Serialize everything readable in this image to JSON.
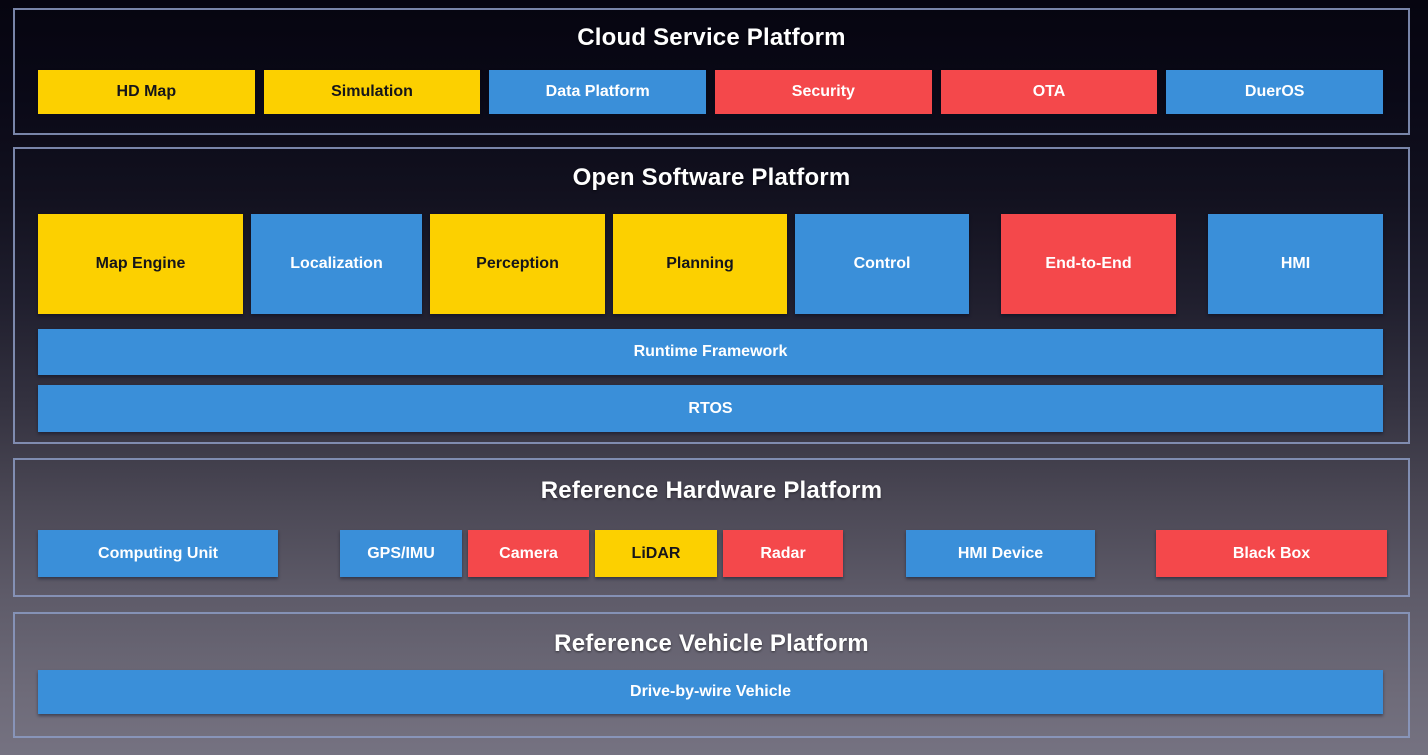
{
  "diagram": {
    "colors": {
      "yellow": "#FCD000",
      "blue": "#3A8FD9",
      "red": "#F4484B",
      "frame_border": "#8C9BC3",
      "yellow_text": "#15151a",
      "light_text": "#ffffff"
    },
    "sections": [
      {
        "title": "Cloud Service Platform",
        "boxes": [
          {
            "label": "HD Map",
            "color": "yellow"
          },
          {
            "label": "Simulation",
            "color": "yellow"
          },
          {
            "label": "Data Platform",
            "color": "blue"
          },
          {
            "label": "Security",
            "color": "red"
          },
          {
            "label": "OTA",
            "color": "red"
          },
          {
            "label": "DuerOS",
            "color": "blue"
          }
        ]
      },
      {
        "title": "Open Software Platform",
        "modules": [
          {
            "label": "Map Engine",
            "color": "yellow"
          },
          {
            "label": "Localization",
            "color": "blue"
          },
          {
            "label": "Perception",
            "color": "yellow"
          },
          {
            "label": "Planning",
            "color": "yellow"
          },
          {
            "label": "Control",
            "color": "blue"
          },
          {
            "label": "End-to-End",
            "color": "red"
          },
          {
            "label": "HMI",
            "color": "blue"
          }
        ],
        "runtime_layer": [
          {
            "label": "Runtime Framework",
            "color": "blue"
          }
        ],
        "os_layer": [
          {
            "label": "RTOS",
            "color": "blue"
          }
        ]
      },
      {
        "title": "Reference Hardware Platform",
        "boxes": [
          {
            "label": "Computing Unit",
            "color": "blue"
          },
          {
            "label": "GPS/IMU",
            "color": "blue"
          },
          {
            "label": "Camera",
            "color": "red"
          },
          {
            "label": "LiDAR",
            "color": "yellow"
          },
          {
            "label": "Radar",
            "color": "red"
          },
          {
            "label": "HMI Device",
            "color": "blue"
          },
          {
            "label": "Black Box",
            "color": "red"
          }
        ]
      },
      {
        "title": "Reference Vehicle Platform",
        "boxes": [
          {
            "label": "Drive-by-wire Vehicle",
            "color": "blue"
          }
        ]
      }
    ]
  }
}
